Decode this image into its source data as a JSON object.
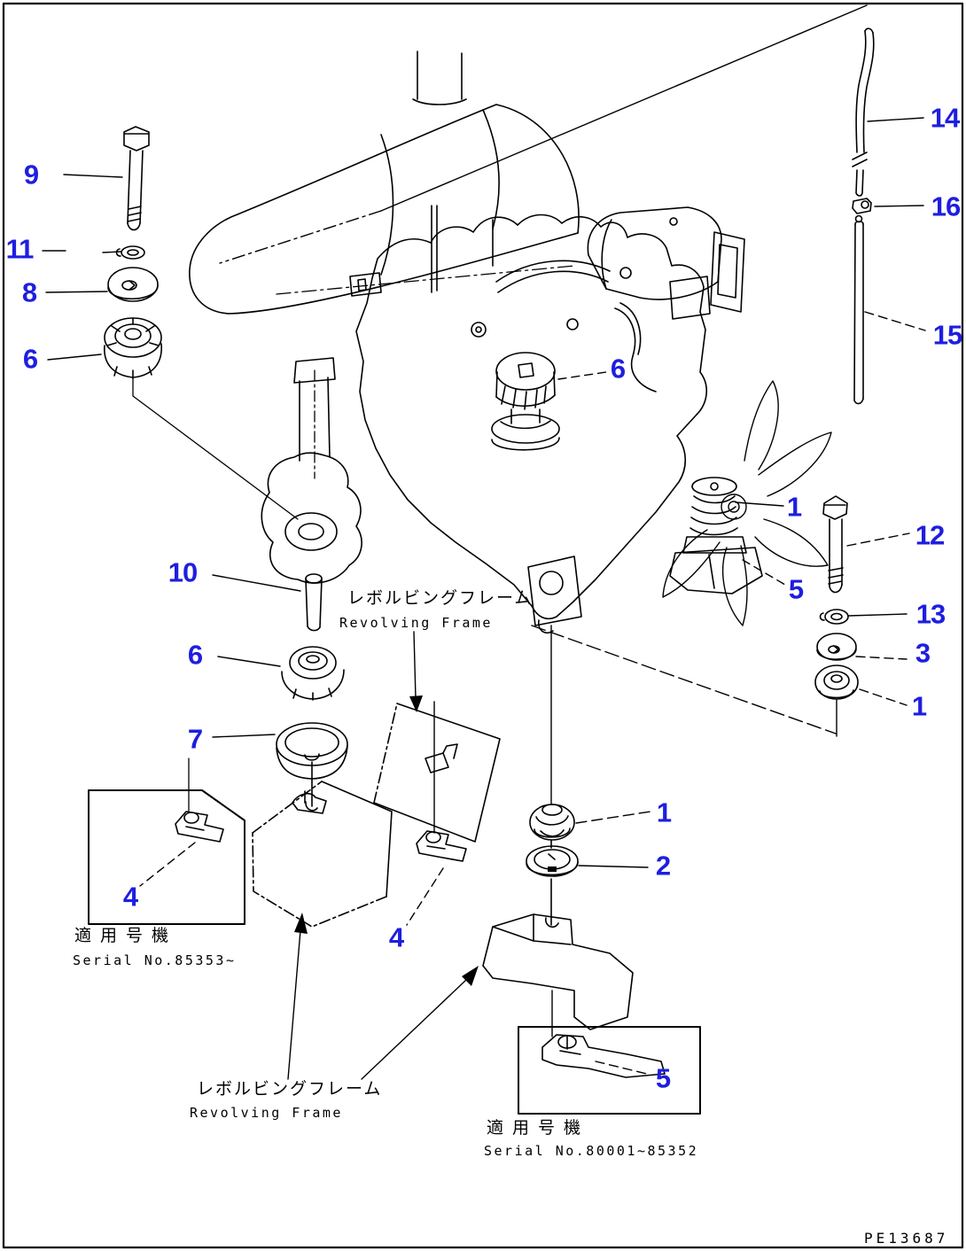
{
  "page": {
    "code": "PE13687",
    "background": "#ffffff",
    "line_color": "#000000",
    "callout_color": "#1e1ee0"
  },
  "annotations": {
    "frame_mid": {
      "jp": "レボルビングフレーム",
      "en": "Revolving Frame"
    },
    "frame_bottom": {
      "jp": "レボルビングフレーム",
      "en": "Revolving Frame"
    },
    "serial_left": {
      "jp": "適用号機",
      "en": "Serial No.85353~"
    },
    "serial_bottom": {
      "jp": "適用号機",
      "en": "Serial No.80001~85352"
    }
  },
  "callouts": [
    {
      "label": "9"
    },
    {
      "label": "11"
    },
    {
      "label": "8"
    },
    {
      "label": "6"
    },
    {
      "label": "10"
    },
    {
      "label": "6"
    },
    {
      "label": "7"
    },
    {
      "label": "4"
    },
    {
      "label": "4"
    },
    {
      "label": "6"
    },
    {
      "label": "1"
    },
    {
      "label": "5"
    },
    {
      "label": "1"
    },
    {
      "label": "2"
    },
    {
      "label": "5"
    },
    {
      "label": "14"
    },
    {
      "label": "16"
    },
    {
      "label": "15"
    },
    {
      "label": "12"
    },
    {
      "label": "13"
    },
    {
      "label": "3"
    },
    {
      "label": "1"
    }
  ]
}
